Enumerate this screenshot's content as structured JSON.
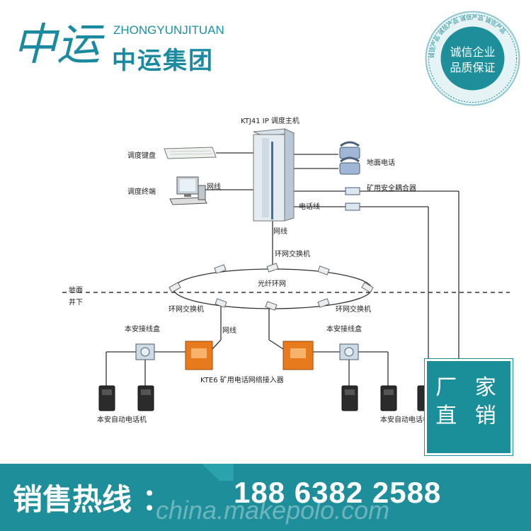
{
  "brand": {
    "logo_cn": "中运",
    "name_en": "ZHONGYUNJITUAN",
    "name_cn": "中运集团"
  },
  "seal": {
    "line1": "诚信企业",
    "line2": "品质保证",
    "ring_text": "诚信产品 诚信产品 诚信产品 诚信产品"
  },
  "diagram": {
    "host": "KTJ41 IP 调度主机",
    "keyboard": "调度键盘",
    "terminal": "调度终端",
    "network_line_top": "网线",
    "ground_phone": "地面电话",
    "mine_coupler": "矿用安全耦合器",
    "phone_line": "电话线",
    "network_line_mid": "网线",
    "ring_switch_top": "环网交换机",
    "fiber_ring": "光纤环网",
    "surface": "地面",
    "underground": "井下",
    "ring_switch_left": "环网交换机",
    "ring_switch_right": "环网交换机",
    "junction_left": "本安接线盒",
    "junction_right": "本安接线盒",
    "network_line_low": "网线",
    "kte6": "KTE6 矿用电话网络接入器",
    "auto_phone_left": "本安自动电话机",
    "auto_phone_right": "本安自动电话机"
  },
  "badge": {
    "line1": "厂 家",
    "line2": "直 销"
  },
  "footer": {
    "hotline_label": "销售热线 ：",
    "hotline_number": "188 6382 2588",
    "watermark": "china.makepolo.com"
  },
  "colors": {
    "teal": "#1e8e9a",
    "orange": "#e87a1e",
    "host_blue": "#3a6fb0"
  }
}
